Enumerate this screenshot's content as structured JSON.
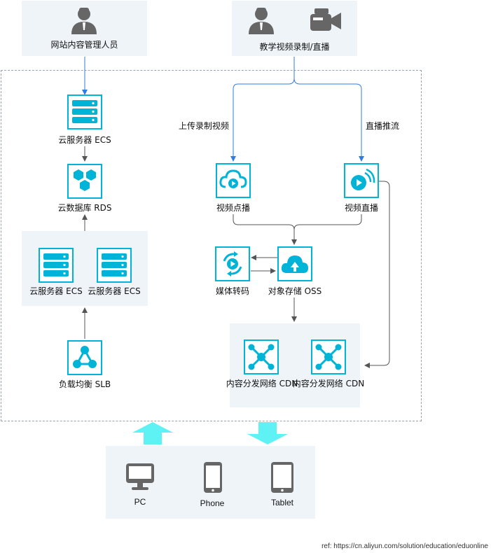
{
  "top": {
    "admin_label": "网站内容管理人员",
    "recording_label": "教学视频录制/直播"
  },
  "edges": {
    "upload_label": "上传录制视频",
    "push_label": "直播推流"
  },
  "nodes": {
    "ecs_top": "云服务器 ECS",
    "rds": "云数据库 RDS",
    "ecs_a": "云服务器 ECS",
    "ecs_b": "云服务器 ECS",
    "slb": "负载均衡 SLB",
    "vod": "视频点播",
    "live": "视频直播",
    "transcode": "媒体转码",
    "oss": "对象存储 OSS",
    "cdn_a": "内容分发网络 CDN",
    "cdn_b": "内容分发网络 CDN"
  },
  "devices": {
    "pc": "PC",
    "phone": "Phone",
    "tablet": "Tablet"
  },
  "reference": "ref: https://cn.aliyun.com/solution/education/eduonline",
  "colors": {
    "accent": "#00b4d8",
    "line_blue": "#2f7de1",
    "line_gray": "#555555",
    "panel": "#eef4f8",
    "person": "#666666",
    "arrow_fill": "#5ff2f5"
  }
}
